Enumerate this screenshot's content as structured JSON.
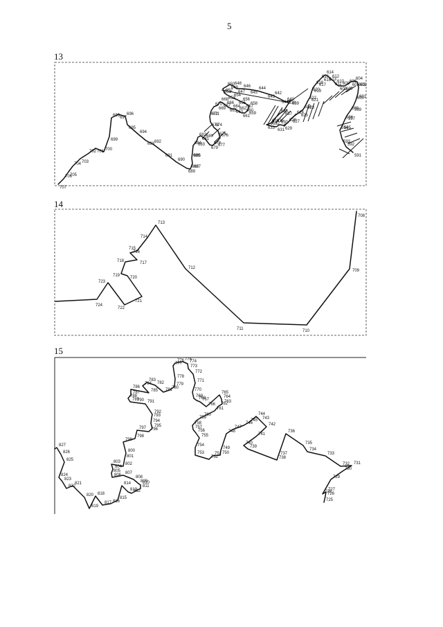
{
  "page": {
    "number": "5"
  },
  "figures": [
    {
      "label": "13",
      "point_labels": [
        "707",
        "706",
        "705",
        "704",
        "703",
        "702",
        "701",
        "700",
        "699",
        "698",
        "697",
        "696",
        "695",
        "694",
        "693",
        "692",
        "691",
        "690",
        "689",
        "688",
        "687",
        "686",
        "685",
        "684",
        "683",
        "682",
        "681",
        "680",
        "679",
        "678",
        "677",
        "676",
        "675",
        "674",
        "673",
        "672",
        "671",
        "670",
        "669",
        "668",
        "667",
        "666",
        "665",
        "664",
        "663",
        "662",
        "661",
        "660",
        "659",
        "658",
        "657",
        "656",
        "655",
        "654",
        "653",
        "652",
        "651",
        "650",
        "649",
        "648",
        "647",
        "646",
        "645",
        "644",
        "643",
        "642",
        "641",
        "640",
        "639",
        "638",
        "637",
        "636",
        "635",
        "634",
        "633",
        "632",
        "631",
        "630",
        "629",
        "628",
        "627",
        "626",
        "625",
        "624",
        "623",
        "622",
        "621",
        "620",
        "619",
        "618",
        "617",
        "616",
        "615",
        "614",
        "613",
        "612",
        "611",
        "610",
        "609",
        "608",
        "607",
        "606",
        "605",
        "604",
        "603",
        "602",
        "601",
        "600",
        "599",
        "598",
        "597",
        "596",
        "595",
        "594",
        "593",
        "592",
        "591"
      ]
    },
    {
      "label": "14",
      "point_labels": [
        "708",
        "709",
        "710",
        "711",
        "712",
        "713",
        "714",
        "715",
        "716",
        "717",
        "718",
        "719",
        "720",
        "721",
        "722",
        "723",
        "724"
      ]
    },
    {
      "label": "15",
      "point_labels": [
        "725",
        "726",
        "727",
        "728",
        "729",
        "730",
        "731",
        "732",
        "733",
        "734",
        "735",
        "736",
        "737",
        "738",
        "739",
        "740",
        "741",
        "742",
        "743",
        "744",
        "745",
        "746",
        "747",
        "748",
        "749",
        "750",
        "751",
        "752",
        "753",
        "754",
        "755",
        "756",
        "757",
        "758",
        "759",
        "760",
        "761",
        "762",
        "763",
        "764",
        "765",
        "766",
        "767",
        "768",
        "769",
        "770",
        "771",
        "772",
        "773",
        "774",
        "775",
        "776",
        "777",
        "778",
        "779",
        "780",
        "781",
        "782",
        "783",
        "784",
        "785",
        "786",
        "787",
        "788",
        "789",
        "790",
        "791",
        "792",
        "793",
        "794",
        "795",
        "796",
        "797",
        "798",
        "799",
        "800",
        "801",
        "802",
        "803",
        "804",
        "805",
        "806",
        "807",
        "808",
        "809",
        "810",
        "811",
        "812",
        "813",
        "814",
        "815",
        "816",
        "817",
        "818",
        "819",
        "820",
        "821",
        "822",
        "823",
        "824",
        "825",
        "826",
        "827"
      ]
    }
  ]
}
